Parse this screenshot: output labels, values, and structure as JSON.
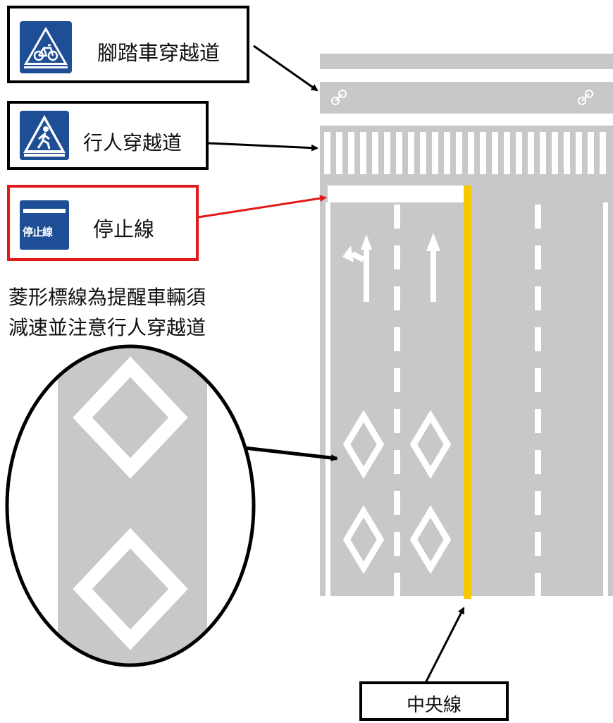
{
  "labels": {
    "bicycle_crossing": "腳踏車穿越道",
    "pedestrian_crossing": "行人穿越道",
    "stop_line": "停止線",
    "stop_sign_text": "停止線",
    "diamond_note_line1": "菱形標線為提醒車輛須",
    "diamond_note_line2": "減速並注意行人穿越道",
    "center_line": "中央線"
  },
  "icons": {
    "bicycle_sign": "bicycle-crossing-sign-icon",
    "pedestrian_sign": "pedestrian-crossing-sign-icon",
    "stop_line_sign": "stop-line-sign-icon"
  },
  "colors": {
    "road": "#c8c8c8",
    "marking": "#ffffff",
    "center_line": "#f5c800",
    "sign_blue": "#1e4f96",
    "highlight_border": "#e11919",
    "border": "#000000"
  }
}
